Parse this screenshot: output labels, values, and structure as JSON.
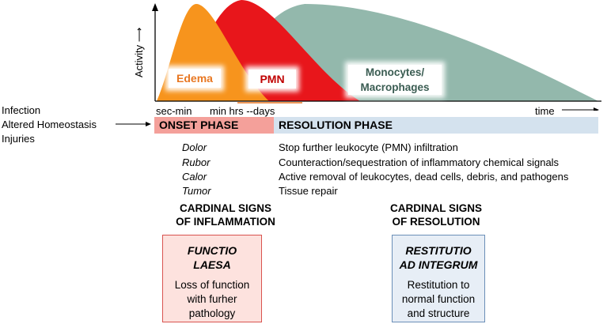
{
  "axes": {
    "y_label": "Activity",
    "x_label": "time"
  },
  "time_ticks": {
    "sec_min": "sec-min",
    "min_hrs_days": "min hrs --days"
  },
  "curves": [
    {
      "name": "Edema",
      "color": "#f7941d",
      "label_color": "#e87722"
    },
    {
      "name": "PMN",
      "color": "#e8161b",
      "label_color": "#c00000"
    },
    {
      "name": "Monocytes/ Macrophages",
      "color": "#93b8ac",
      "label_color": "#3a5c52"
    }
  ],
  "triggers": [
    "Infection",
    "Altered Homeostasis",
    "Injuries"
  ],
  "phases": {
    "onset": {
      "label": "ONSET PHASE",
      "color": "#f4a09a"
    },
    "resolution": {
      "label": "RESOLUTION PHASE",
      "color": "#d4e2ee"
    }
  },
  "onset_signs": [
    "Dolor",
    "Rubor",
    "Calor",
    "Tumor"
  ],
  "resolution_signs": [
    "Stop further leukocyte (PMN) infiltration",
    "Counteraction/sequestration of inflammatory chemical signals",
    "Active removal of leukocytes, dead cells, debris, and pathogens",
    "Tissue repair"
  ],
  "inflammation": {
    "heading_line1": "CARDINAL SIGNS",
    "heading_line2": "OF INFLAMMATION",
    "box_title_line1": "FUNCTIO",
    "box_title_line2": "LAESA",
    "box_desc_line1": "Loss of function",
    "box_desc_line2": "with furher",
    "box_desc_line3": "pathology",
    "box_fill": "#fde2de",
    "box_border": "#d9534f"
  },
  "resolution": {
    "heading_line1": "CARDINAL SIGNS",
    "heading_line2": "OF RESOLUTION",
    "box_title_line1": "RESTITUTIO",
    "box_title_line2": "AD INTEGRUM",
    "box_desc_line1": "Restitution to",
    "box_desc_line2": "normal function",
    "box_desc_line3": "and structure",
    "box_fill": "#e7eef6",
    "box_border": "#6b8fb8"
  }
}
